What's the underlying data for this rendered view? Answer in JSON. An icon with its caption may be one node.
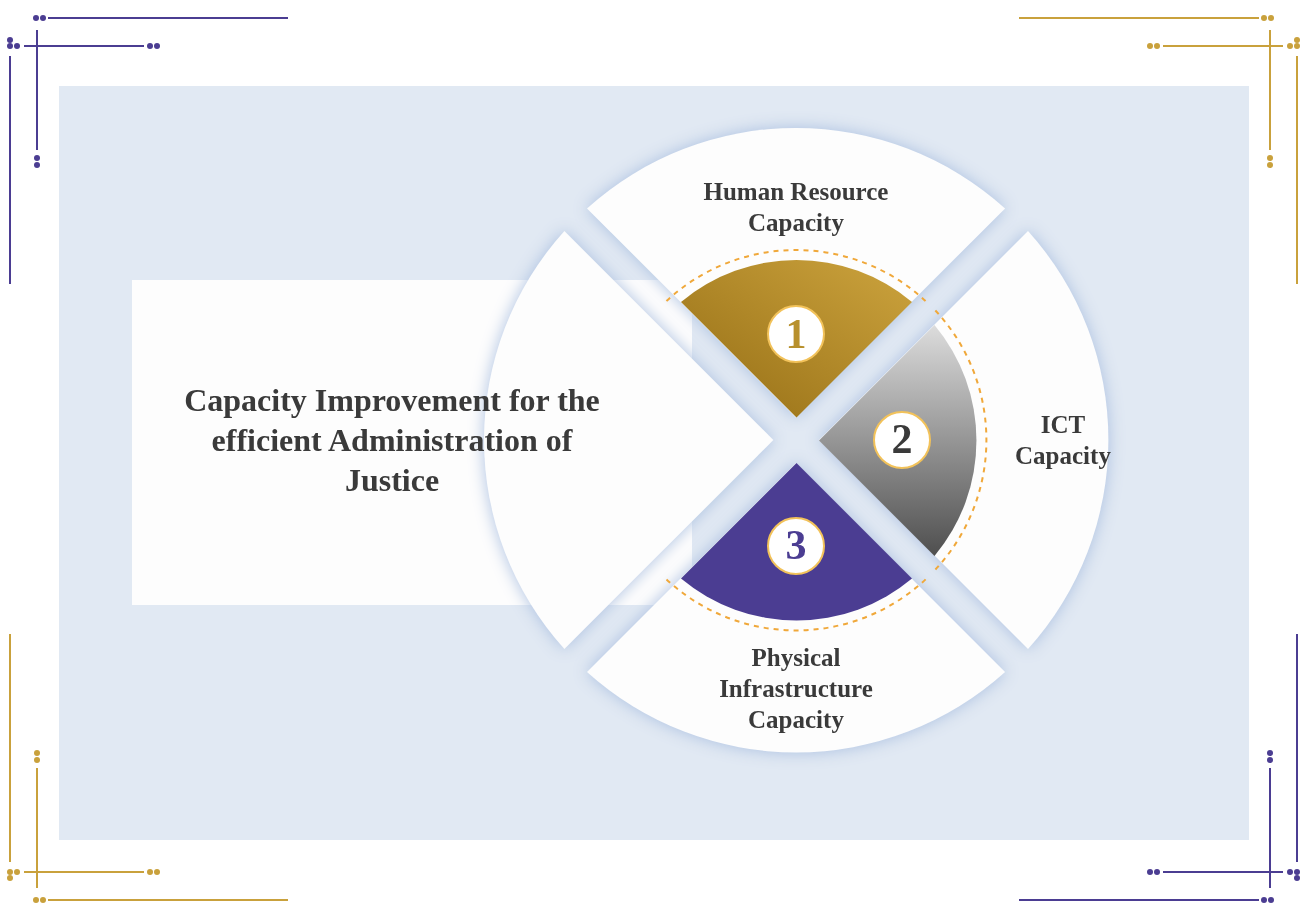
{
  "diagram": {
    "nodes": [
      {
        "text": [
          "Capacity Improvement for the efficient Administration of Justice"
        ]
      },
      {
        "text": [
          "Human Resource Capacity"
        ]
      },
      {
        "text": [
          "1"
        ],
        "in": 1
      },
      {
        "text": [
          "ICT Capacity"
        ]
      },
      {
        "text": [
          "2"
        ],
        "in": 3
      },
      {
        "text": [
          "Physical Infrastructure Capacity"
        ]
      },
      {
        "text": [
          "3"
        ],
        "in": 5
      }
    ]
  }
}
